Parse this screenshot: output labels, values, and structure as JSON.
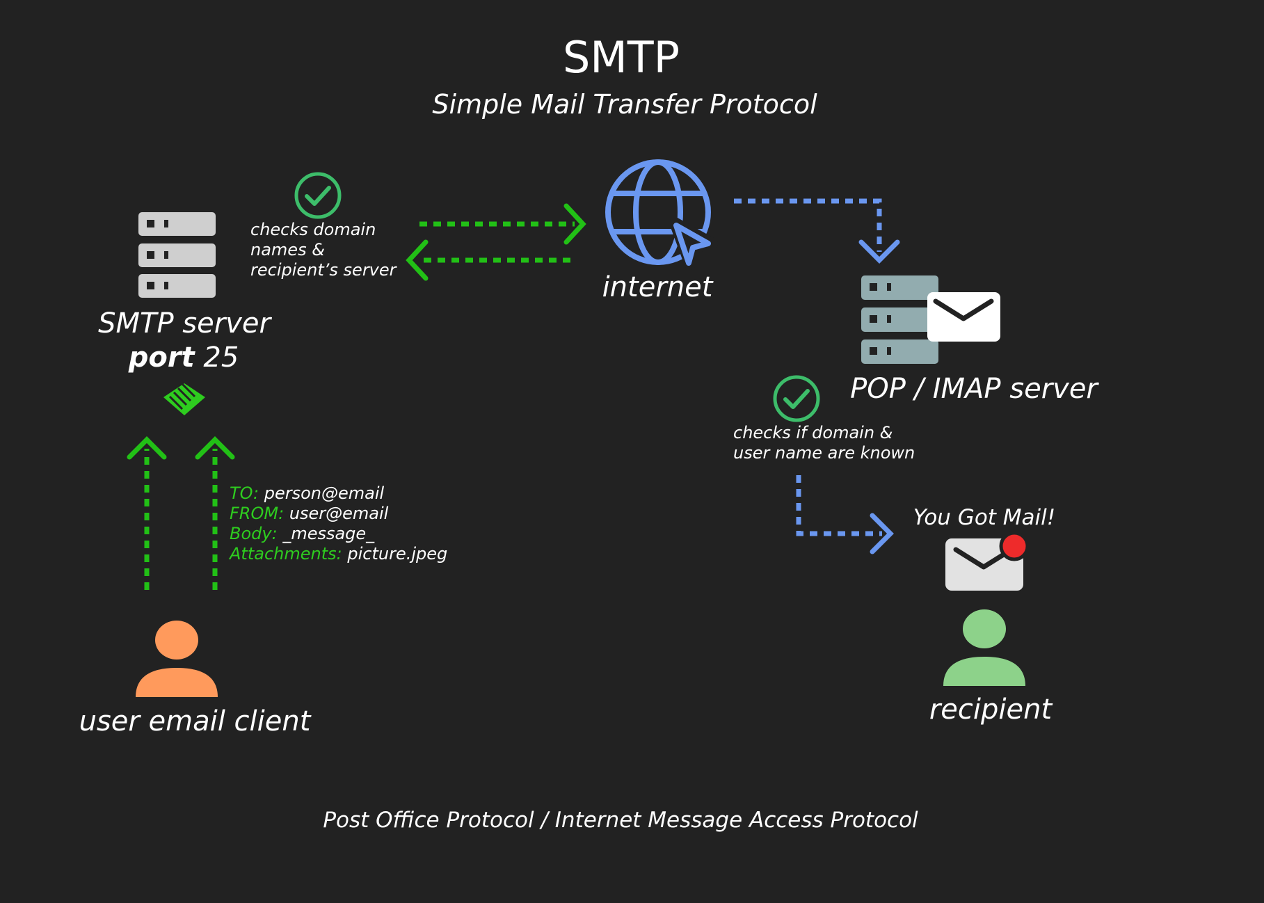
{
  "title": "SMTP",
  "subtitle": "Simple Mail Transfer Protocol",
  "smtp_server": {
    "label": "SMTP server",
    "port_word": "port",
    "port_number": "25"
  },
  "check_smtp": [
    "checks domain",
    "names &",
    "recipient’s server"
  ],
  "internet": {
    "label": "internet"
  },
  "pop_imap": {
    "label": "POP / IMAP server"
  },
  "check_pop": [
    "checks if domain &",
    "user name are known"
  ],
  "message": [
    {
      "key": "TO:",
      "value": "person@email"
    },
    {
      "key": "FROM:",
      "value": "user@email"
    },
    {
      "key": "Body:",
      "value": "_message_"
    },
    {
      "key": "Attachments:",
      "value": "picture.jpeg"
    }
  ],
  "client": {
    "label": "user email client"
  },
  "recipient": {
    "label": "recipient",
    "notice": "You Got Mail!"
  },
  "footer": "Post Office Protocol / Internet Message Access Protocol",
  "icons": {
    "server": "server-icon",
    "globe": "globe-icon",
    "cursor": "cursor-icon",
    "check": "check-circle-icon",
    "handshake": "handshake-icon",
    "envelope": "envelope-icon",
    "notification": "notification-dot-icon",
    "person": "person-icon"
  },
  "colors": {
    "background": "#222222",
    "text": "#ffffff",
    "green_arrow": "#22c016",
    "key_green": "#2ecc1f",
    "check_green": "#3dbd6a",
    "blue": "#6a97f0",
    "server_grey": "#cfcfcf",
    "server_teal": "#92acaf",
    "client_orange": "#ff9a5c",
    "recipient_green": "#8dd28a",
    "notification_red": "#ee2b2b"
  }
}
